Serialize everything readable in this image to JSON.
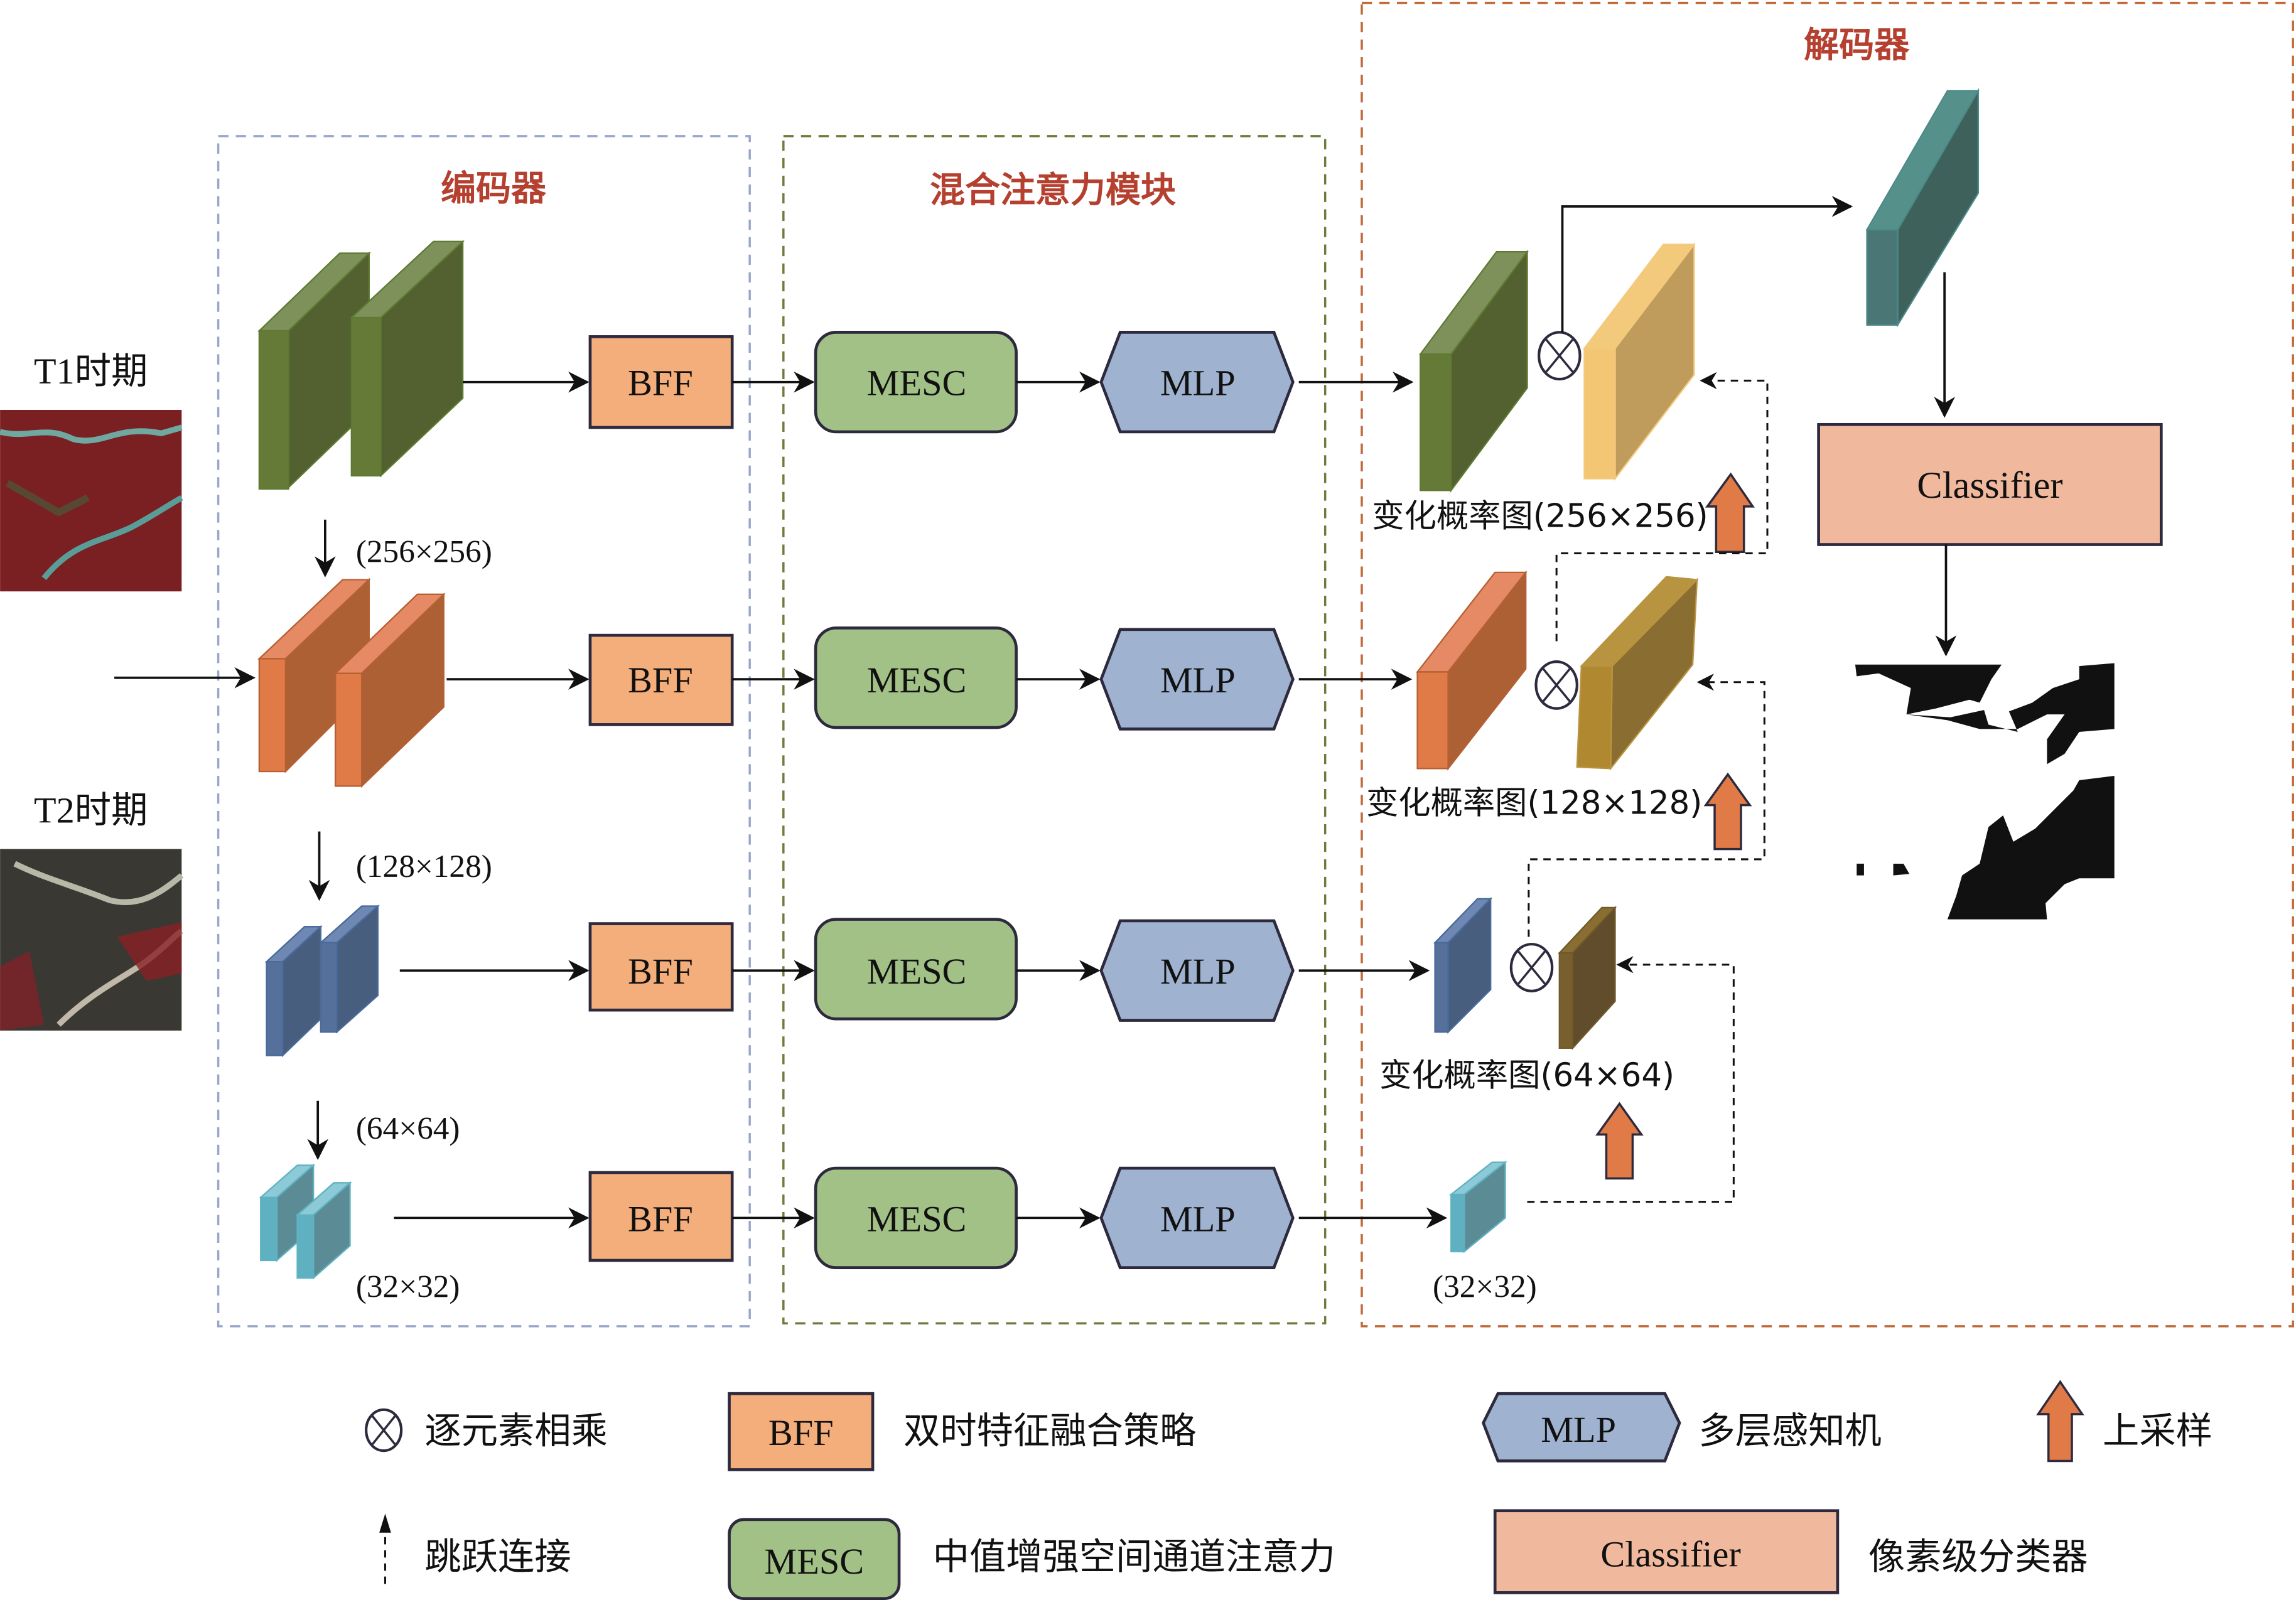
{
  "inputs": {
    "t1_label": "T1时期",
    "t2_label": "T2时期"
  },
  "sections": {
    "encoder_title": "编码器",
    "attention_title": "混合注意力模块",
    "decoder_title": "解码器"
  },
  "encoder": {
    "sizes": [
      "(256×256)",
      "(128×128)",
      "(64×64)",
      "(32×32)"
    ]
  },
  "blocks": {
    "bff": "BFF",
    "mesc": "MESC",
    "mlp": "MLP",
    "classifier": "Classifier"
  },
  "decoder": {
    "prob_maps": [
      "变化概率图(256×256)",
      "变化概率图(128×128)",
      "变化概率图(64×64)"
    ],
    "bottom_size": "(32×32)"
  },
  "legend": {
    "multiply": "逐元素相乘",
    "skip": "跳跃连接",
    "bff_desc": "双时特征融合策略",
    "mesc_desc": "中值增强空间通道注意力",
    "mlp_desc": "多层感知机",
    "classifier_desc": "像素级分类器",
    "upsample": "上采样"
  },
  "colors": {
    "title": "#b5402f",
    "bff": "#f4ae7b",
    "mesc": "#a2c186",
    "mlp": "#9fb2d0",
    "classifier": "#f0b99d",
    "upsample_arrow": "#e07a46",
    "encoder_border": "#9aa6cc",
    "attention_border": "#6b7d3a",
    "decoder_border": "#c06a3a"
  }
}
